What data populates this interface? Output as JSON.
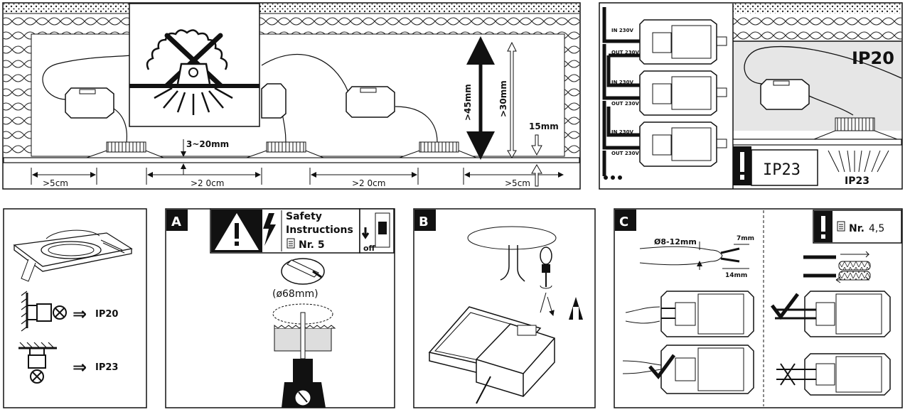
{
  "panel_top_left": {
    "dims": {
      "min_edge_left": ">5cm",
      "min_spacing_1": ">2 0cm",
      "min_spacing_2": ">2 0cm",
      "min_edge_right": ">5cm",
      "gap": "3~20mm",
      "depth_45": ">45mm",
      "depth_30": ">30mm",
      "depth_15": "15mm"
    }
  },
  "panel_top_right": {
    "chain": [
      {
        "in": "IN 230V",
        "out": "OUT 230V"
      },
      {
        "in": "IN 230V",
        "out": "OUT 230V"
      },
      {
        "in": "IN 230V",
        "out": "OUT 230V"
      }
    ],
    "ip_upper": "IP20",
    "ip_lower_box": "IP23",
    "ip_lower_caption": "IP23"
  },
  "panel_ip": {
    "ip_wall": "IP20",
    "ip_ceiling": "IP23",
    "arrow_glyph": "⇒"
  },
  "panel_a": {
    "step": "A",
    "safety_line1": "Safety",
    "safety_line2": "Instructions",
    "safety_ref": "Nr. 5",
    "switch_label": "off",
    "hole": "(ø68mm)"
  },
  "panel_b": {
    "step": "B"
  },
  "panel_c": {
    "step": "C",
    "cable_diameter": "Ø8-12mm",
    "strip_short": "7mm",
    "strip_long": "14mm",
    "ref_label": "Nr.",
    "ref_value": "4,5"
  },
  "colors": {
    "ink": "#111111",
    "ceiling_fill": "#e6e6e6",
    "hatch": "#555555"
  }
}
